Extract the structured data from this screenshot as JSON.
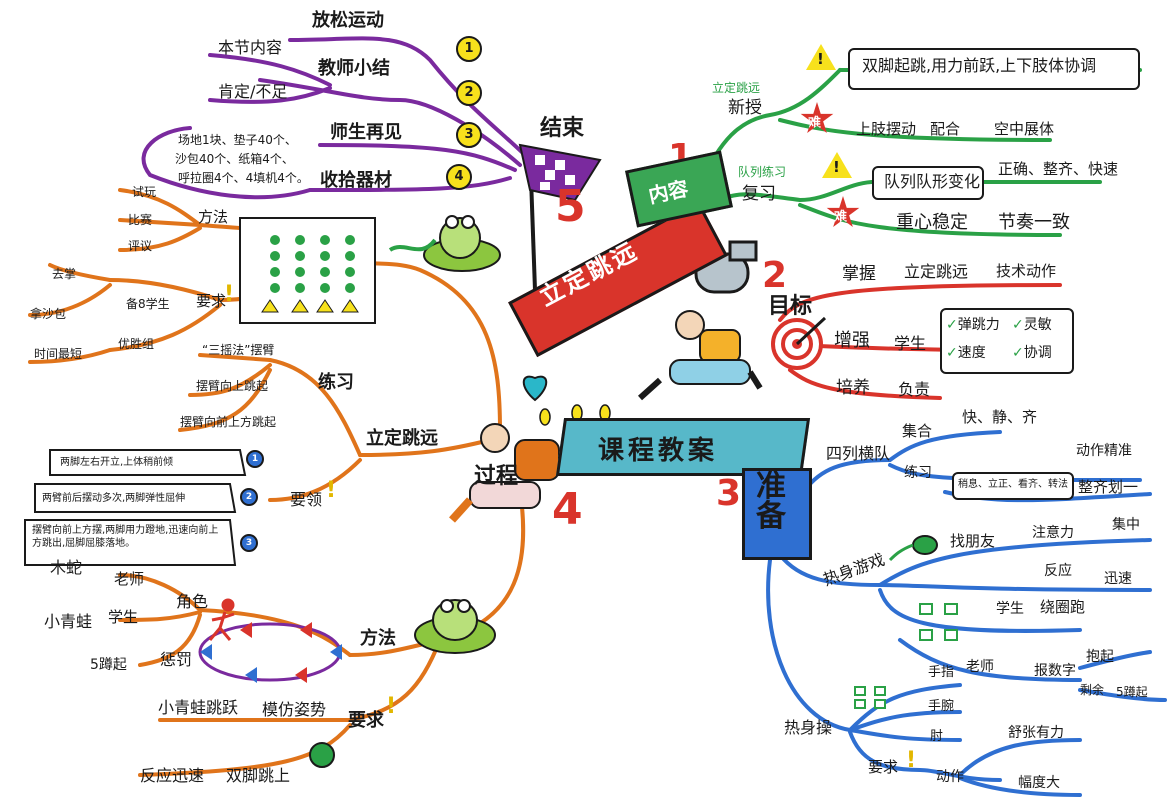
{
  "colors": {
    "end": "#7a2a9e",
    "content": "#2aa146",
    "goal": "#d9342b",
    "prep": "#2f6fd1",
    "process": "#e0741b",
    "center_banner": "#57b8c9",
    "red_banner": "#d9342b"
  },
  "center": {
    "title": "课程教案",
    "banner": "立定跳远"
  },
  "icons": [
    "flag-icon",
    "whistle-icon",
    "target-icon",
    "frog-icon",
    "snake-icon",
    "heart-icon",
    "warning-icon",
    "difficulty-star-icon",
    "runner-icon",
    "lotus-leaf-icon",
    "tadpole-icon"
  ],
  "end": {
    "number": "5",
    "label": "结束",
    "items": [
      {
        "num": "1",
        "label": "放松运动"
      },
      {
        "num": "2",
        "label": "教师小结",
        "subs": [
          "本节内容",
          "肯定/不足"
        ]
      },
      {
        "num": "3",
        "label": "师生再见"
      },
      {
        "num": "4",
        "label": "收拾器材",
        "subs": [
          "场地1块、垫子40个、",
          "沙包40个、纸箱4个、",
          "呼拉圈4个、4填机4个。"
        ]
      }
    ]
  },
  "content": {
    "number": "1",
    "label": "内容",
    "new_teach": {
      "tag": "立定跳远",
      "label": "新授",
      "key": "双脚起跳,用力前跃,上下肢体协调",
      "difficulty_mark": "难",
      "difficulty": [
        "上肢摆动",
        "配合",
        "空中展体"
      ]
    },
    "review": {
      "tag": "队列练习",
      "label": "复习",
      "key": "队列队形变化",
      "key_detail": "正确、整齐、快速",
      "difficulty_mark": "难",
      "difficulty": [
        "重心稳定",
        "节奏一致"
      ]
    }
  },
  "goal": {
    "number": "2",
    "label": "目标",
    "master": {
      "label": "掌握",
      "items": [
        "立定跳远",
        "技术动作"
      ]
    },
    "strengthen": {
      "label": "增强",
      "sub": "学生",
      "items": [
        "弹跳力",
        "灵敏",
        "速度",
        "协调"
      ]
    },
    "cultivate": {
      "label": "培养",
      "sub": "负责"
    }
  },
  "prep": {
    "number": "3",
    "label": "准备",
    "four_rows": {
      "label": "四列横队",
      "gather": {
        "label": "集合",
        "detail": "快、静、齐"
      },
      "practice": {
        "label": "练习",
        "detail": "稍息、立正、看齐、转法",
        "action_label": "动作精准",
        "uniform": "整齐划一"
      }
    },
    "warmup_game": {
      "label": "热身游戏",
      "find_friend": {
        "label": "找朋友",
        "items": [
          "注意力",
          "集中",
          "反应",
          "迅速"
        ]
      },
      "student": {
        "label": "学生",
        "detail": "绕圈跑"
      },
      "teacher": {
        "label": "老师",
        "detail": "报数字",
        "result": [
          "抱起",
          "剩余"
        ],
        "penalty": "5蹲起"
      }
    },
    "warmup_ex": {
      "label": "热身操",
      "parts": [
        "手指",
        "手腕",
        "肘"
      ],
      "require": {
        "label": "要求",
        "action": "动作",
        "items": [
          "舒张有力",
          "幅度大"
        ]
      }
    }
  },
  "process": {
    "number": "4",
    "label": "过程",
    "method_top": {
      "label": "方法",
      "items": [
        "试玩",
        "比赛",
        "评议"
      ]
    },
    "require_top": {
      "label": "要求",
      "prep_student": "备8学生",
      "items": [
        "去掌",
        "拿沙包",
        "时间最短"
      ],
      "winner": "优胜组"
    },
    "jump": {
      "label": "立定跳远",
      "practice": {
        "label": "练习",
        "items": [
          "“三摇法”摆臂",
          "摆臂向上跳起",
          "摆臂向前上方跳起"
        ]
      },
      "key_points": {
        "label": "要领",
        "items": [
          {
            "num": "1",
            "text": "两脚左右开立,上体稍前倾"
          },
          {
            "num": "2",
            "text": "两臂前后摆动多次,两脚弹性屈伸"
          },
          {
            "num": "3",
            "text": "摆臂向前上方摆,两脚用力蹬地,迅速向前上方跳出,屈脚屈膝落地。"
          }
        ]
      }
    },
    "method_bottom": {
      "label": "方法",
      "role": "角色",
      "roles": [
        {
          "who": "木蛇",
          "role": "老师"
        },
        {
          "who": "小青蛙",
          "role": "学生"
        }
      ],
      "punish": {
        "label": "惩罚",
        "detail": "5蹲起"
      }
    },
    "require_bottom": {
      "label": "要求",
      "items": [
        "小青蛙跳跃",
        "模仿姿势"
      ],
      "extra": [
        "反应迅速",
        "双脚跳上"
      ]
    }
  }
}
